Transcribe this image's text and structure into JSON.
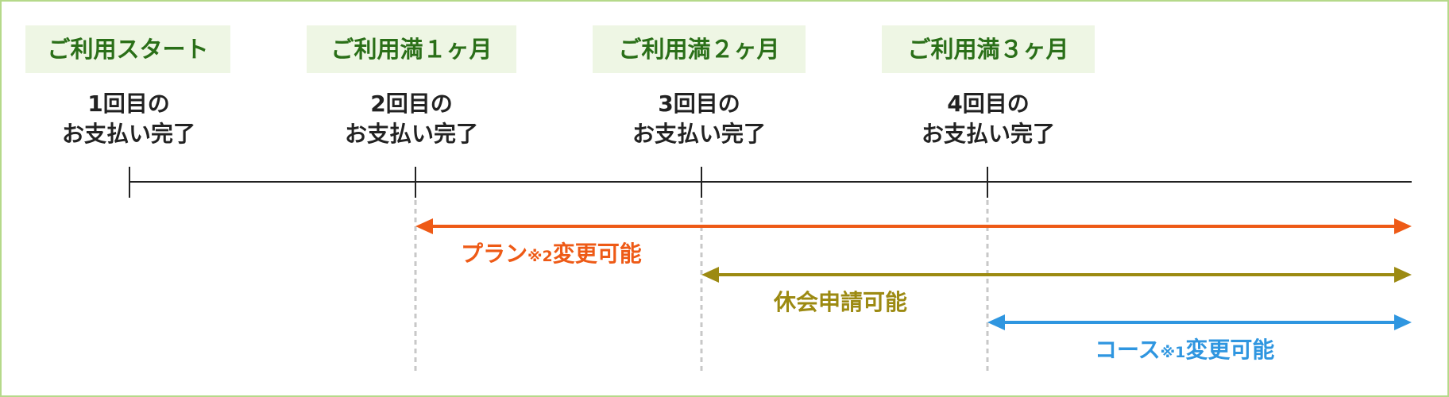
{
  "milestones": [
    {
      "label": "ご利用スタート",
      "payment_line1": "1回目の",
      "payment_line2": "お支払い完了"
    },
    {
      "label": "ご利用満１ヶ月",
      "payment_line1": "2回目の",
      "payment_line2": "お支払い完了"
    },
    {
      "label": "ご利用満２ヶ月",
      "payment_line1": "3回目の",
      "payment_line2": "お支払い完了"
    },
    {
      "label": "ご利用満３ヶ月",
      "payment_line1": "4回目の",
      "payment_line2": "お支払い完了"
    }
  ],
  "ranges": [
    {
      "main": "プラン",
      "note": "※2",
      "suffix": "変更可能",
      "color": "#ee5a16"
    },
    {
      "main": "休会申請可能",
      "note": "",
      "suffix": "",
      "color": "#9c8a12"
    },
    {
      "main": "コース",
      "note": "※1",
      "suffix": "変更可能",
      "color": "#2f96e0"
    }
  ],
  "colors": {
    "border": "#b5d98a",
    "label_bg": "#eef6e4",
    "label_text": "#2a6f18",
    "timeline": "#222222",
    "dashed": "#c8c8c8"
  }
}
